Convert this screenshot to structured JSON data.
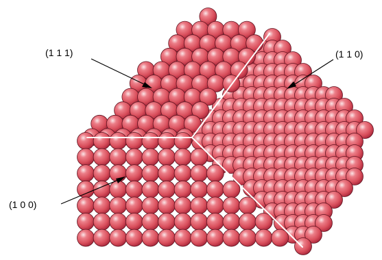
{
  "labels": {
    "face_111": "(1 1 1)",
    "face_110": "(1 1 0)",
    "face_100": "(1 0 0)"
  },
  "colors": {
    "atom_highlight": "#fbe6e8",
    "atom_light": "#ec7e88",
    "atom_mid": "#d94f5c",
    "atom_dark": "#a8263a",
    "atom_outline": "#5e1320",
    "edge_line": "#ffffff",
    "leader_line": "#000000",
    "background": "#ffffff"
  },
  "icons": {
    "atom": "red-sphere"
  }
}
